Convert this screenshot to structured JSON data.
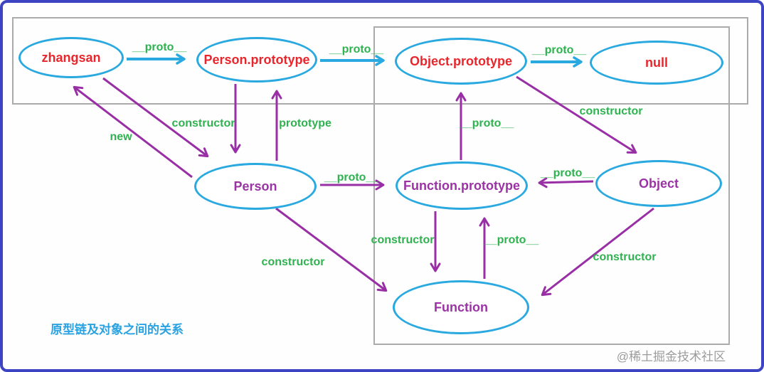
{
  "caption": "原型链及对象之间的关系",
  "watermark": "@稀土掘金技术社区",
  "colors": {
    "node_border": "#29a9e0",
    "instance_node_text": "#e8262c",
    "builtin_node_text": "#9b33a5",
    "edge_label_text": "#2fb350",
    "proto_chain_arrow": "#29a9e0",
    "relation_arrow": "#982fa5",
    "caption_text": "#2aa2e2",
    "watermark_text": "#9c9c9c",
    "group_box_border": "#ababab",
    "frame_border": "#3c44c4"
  },
  "nodes": [
    {
      "id": "zhangsan",
      "label": "zhangsan"
    },
    {
      "id": "person-prototype",
      "label": "Person.prototype"
    },
    {
      "id": "object-prototype",
      "label": "Object.prototype"
    },
    {
      "id": "null",
      "label": "null"
    },
    {
      "id": "person",
      "label": "Person"
    },
    {
      "id": "function-prototype",
      "label": "Function.prototype"
    },
    {
      "id": "object",
      "label": "Object"
    },
    {
      "id": "function",
      "label": "Function"
    }
  ],
  "edge_labels": [
    {
      "edge": "zhangsan to Person.prototype",
      "label": "__proto__"
    },
    {
      "edge": "Person.prototype to Object.prototype",
      "label": "__proto__"
    },
    {
      "edge": "Object.prototype to null",
      "label": "__proto__"
    },
    {
      "edge": "Person.prototype to Person",
      "label": "constructor"
    },
    {
      "edge": "Person to Person.prototype",
      "label": "prototype"
    },
    {
      "edge": "Person to zhangsan",
      "label": "new"
    },
    {
      "edge": "Function.prototype to Object.prototype",
      "label": "__proto__"
    },
    {
      "edge": "Object.prototype to Object",
      "label": "constructor"
    },
    {
      "edge": "Person to Function.prototype",
      "label": "__proto__"
    },
    {
      "edge": "Object to Function.prototype",
      "label": "__proto__"
    },
    {
      "edge": "Function.prototype to Function",
      "label": "constructor"
    },
    {
      "edge": "Function to Function.prototype",
      "label": "__proto__"
    },
    {
      "edge": "Person to Function",
      "label": "constructor"
    },
    {
      "edge": "Object to Function",
      "label": "constructor"
    }
  ]
}
